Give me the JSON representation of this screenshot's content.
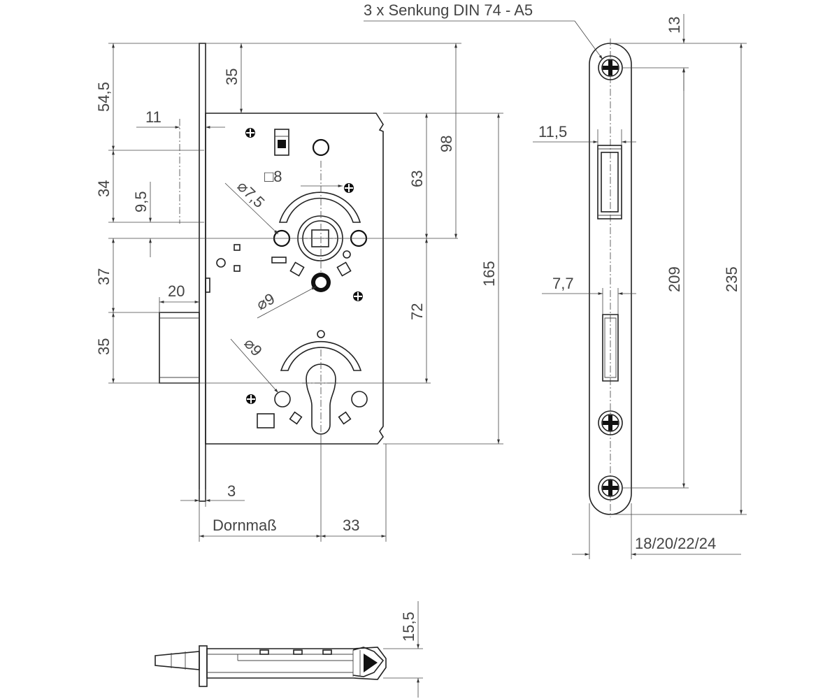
{
  "annotation": "3 x Senkung DIN 74 - A5",
  "dimensions": {
    "d54_5": "54,5",
    "d35_top": "35",
    "d11": "11",
    "d34": "34",
    "d9_5": "9,5",
    "d37": "37",
    "d20": "20",
    "d35_bolt": "35",
    "d8": "□8",
    "d7_5": "⌀7,5",
    "d9_a": "⌀9",
    "d9_b": "⌀9",
    "d98": "98",
    "d63": "63",
    "d165": "165",
    "d72": "72",
    "d3": "3",
    "dornmass": "Dornmaß",
    "d33": "33",
    "d13": "13",
    "d11_5": "11,5",
    "d7_7": "7,7",
    "d209": "209",
    "d235": "235",
    "d18_24": "18/20/22/24",
    "d15_5": "15,5"
  }
}
